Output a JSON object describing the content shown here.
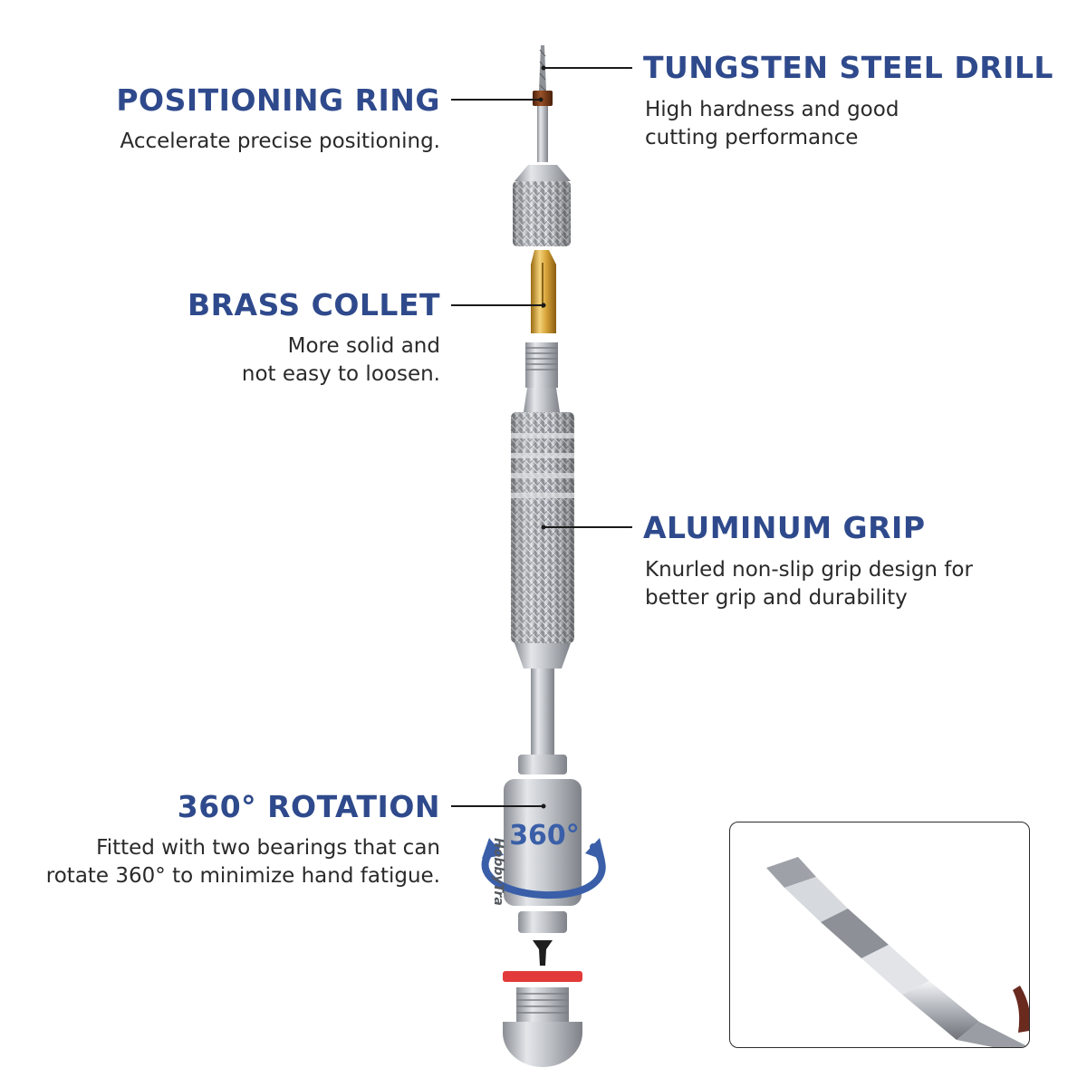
{
  "callouts": {
    "tungsten": {
      "title": "TUNGSTEN STEEL DRILL",
      "desc": [
        "High hardness and good",
        "cutting performance"
      ]
    },
    "positioning": {
      "title": "POSITIONING RING",
      "desc": [
        "Accelerate precise positioning."
      ]
    },
    "brass": {
      "title": "BRASS COLLET",
      "desc": [
        "More solid and",
        "not easy to loosen."
      ]
    },
    "aluminum": {
      "title": "ALUMINUM GRIP",
      "desc": [
        "Knurled non-slip grip design for",
        "better grip and durability"
      ]
    },
    "rotation": {
      "title": "360° ROTATION",
      "desc": [
        "Fitted with two bearings that can",
        "rotate 360° to minimize hand fatigue."
      ]
    }
  },
  "badge": {
    "rotation_text": "360°",
    "brand_text": "HobbyTra"
  },
  "colors": {
    "title_blue": "#2f4a8c",
    "desc_text": "#2a2a2a",
    "metal": "#b9bcc1",
    "brass": "#d9a73a",
    "positioning_ring": "#7a3a18",
    "seal_ring": "#e23a3a",
    "arrow_blue": "#3a5fa8"
  },
  "icons": [
    "pin-vise-drill-illustration",
    "rotation-arrow-icon",
    "drill-bit-closeup-image"
  ]
}
